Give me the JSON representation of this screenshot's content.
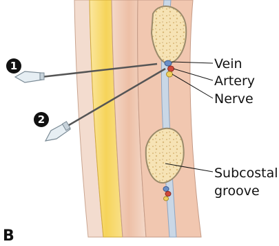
{
  "labels": {
    "vein": "Vein",
    "artery": "Artery",
    "nerve": "Nerve",
    "subcostal_line1": "Subcostal",
    "subcostal_line2": "groove"
  },
  "markers": {
    "needle1": "1",
    "needle2": "2"
  },
  "panel_letter": "B",
  "colors": {
    "fat": "#f6d45a",
    "muscle": "#f1c7b0",
    "bone": "#f6e3b5",
    "pleura": "#c9d7e6",
    "vein": "#6b8fc7",
    "artery": "#d04a3b",
    "nerve": "#f0d060"
  }
}
